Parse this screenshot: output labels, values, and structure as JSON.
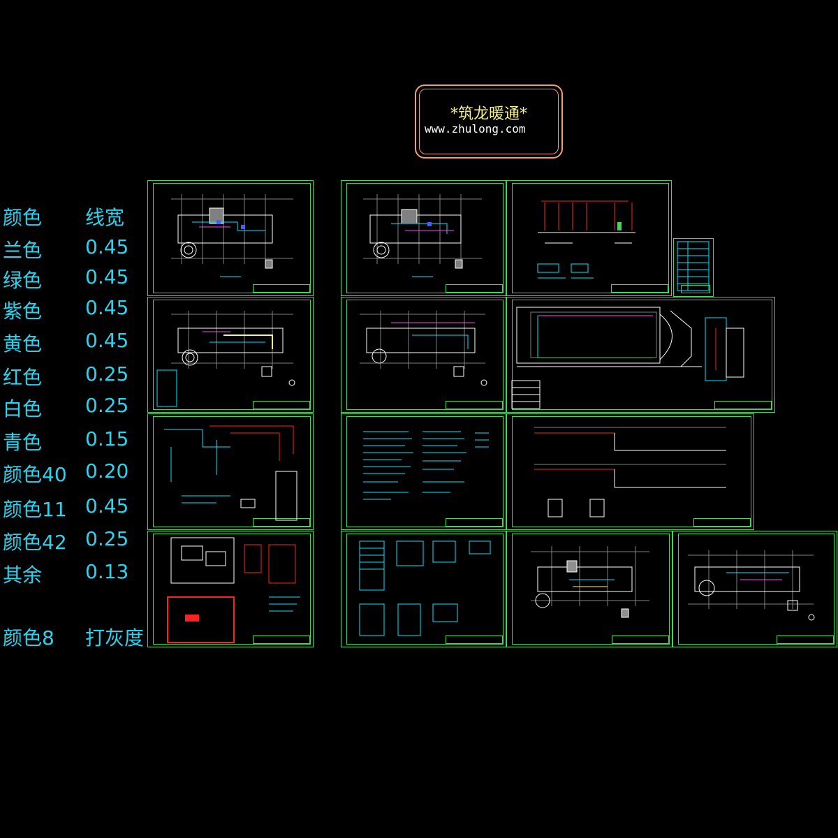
{
  "legend": {
    "header": {
      "color": "颜色",
      "width": "线宽"
    },
    "rows": [
      {
        "color": "兰色",
        "width": "0.45"
      },
      {
        "color": "绿色",
        "width": "0.45"
      },
      {
        "color": "紫色",
        "width": "0.45"
      },
      {
        "color": "黄色",
        "width": "0.45"
      },
      {
        "color": "红色",
        "width": "0.25"
      },
      {
        "color": "白色",
        "width": "0.25"
      },
      {
        "color": "青色",
        "width": "0.15"
      },
      {
        "color": "颜色40",
        "width": "0.20"
      },
      {
        "color": "颜色11",
        "width": "0.45"
      },
      {
        "color": "颜色42",
        "width": "0.25"
      },
      {
        "color": "其余",
        "width": "0.13"
      }
    ],
    "footer": {
      "color": "颜色8",
      "width": "打灰度"
    }
  },
  "logo": {
    "title": "*筑龙暖通*",
    "url": "www.zhulong.com"
  },
  "colors": {
    "background": "#000000",
    "frame": "#3fd65a",
    "legend_text": "#2ad4ee",
    "logo_border": "#f0a070",
    "logo_title": "#f5ef8c",
    "cyan": "#00e5ff",
    "magenta": "#ff40ff",
    "red": "#ff2020",
    "yellow": "#ffff40",
    "blue": "#4060ff",
    "white": "#ffffff",
    "gray": "#909090"
  }
}
